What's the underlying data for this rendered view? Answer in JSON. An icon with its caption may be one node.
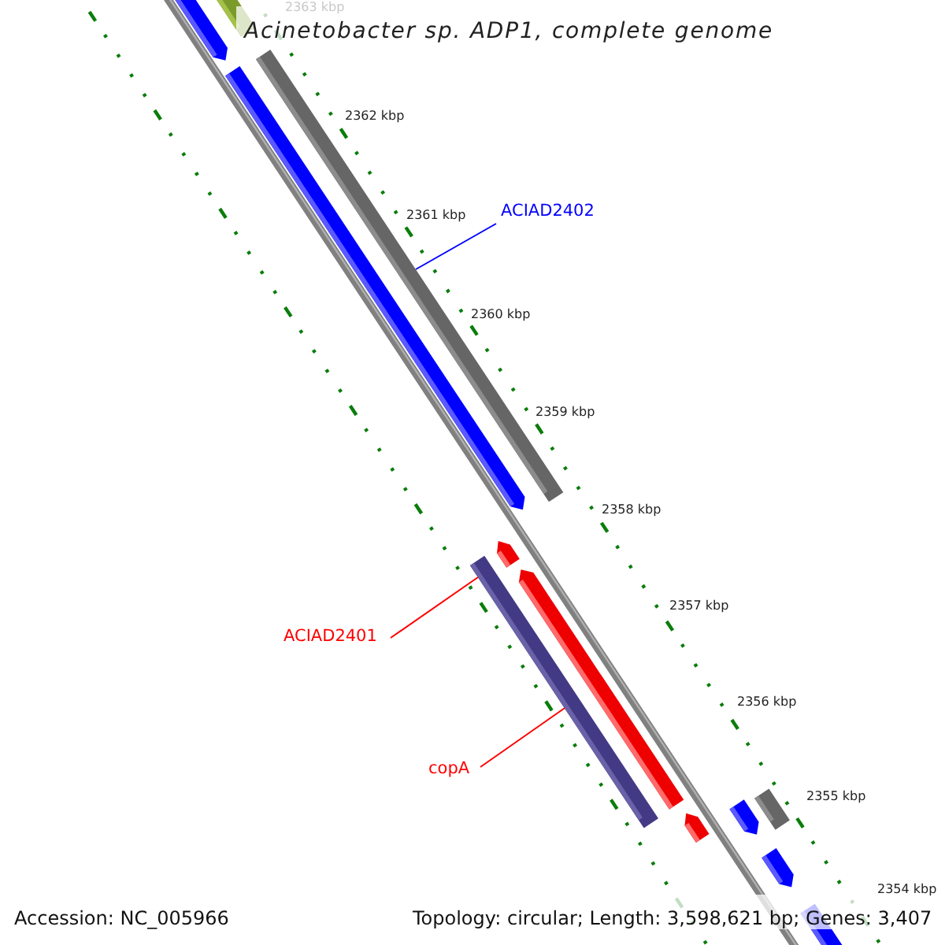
{
  "diagram": {
    "title": "Acinetobacter sp. ADP1, complete genome",
    "nodes": [
      {
        "text": [
          "ACIAD2402"
        ]
      },
      {
        "text": [
          "ACIAD2401"
        ]
      },
      {
        "text": [
          "copA"
        ]
      },
      {
        "text": [],
        "shape": "bar"
      },
      {
        "text": [],
        "shape": "bar"
      }
    ],
    "edges": [
      {
        "from": 0,
        "to": 3,
        "arrow": "none",
        "color": "#0000ff"
      },
      {
        "from": 1,
        "to": 4,
        "arrow": "none"
      },
      {
        "from": 2,
        "to": 4,
        "arrow": "none"
      }
    ],
    "labels": [
      "2363 kbp",
      "2362 kbp",
      "2361 kbp",
      "2360 kbp",
      "2359 kbp",
      "2358 kbp",
      "2357 kbp",
      "2356 kbp",
      "2355 kbp",
      "2354 kbp",
      "Accession: NC_005966",
      "Topology: circular; Length: 3,598,621 bp; Genes: 3,407"
    ]
  }
}
